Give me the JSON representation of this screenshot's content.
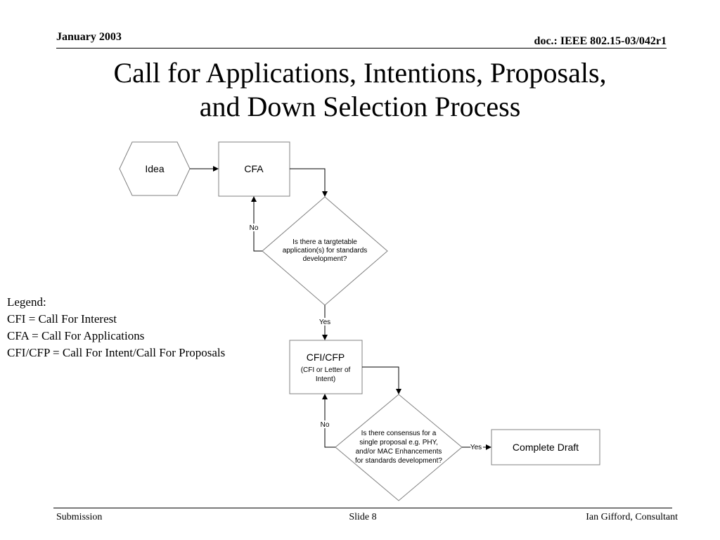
{
  "header": {
    "date": "January 2003",
    "doc": "doc.: IEEE 802.15-03/042r1"
  },
  "title": {
    "line1": "Call for Applications, Intentions, Proposals,",
    "line2": "and Down Selection Process"
  },
  "diagram": {
    "nodes": {
      "idea": "Idea",
      "cfa": "CFA",
      "decision1": [
        "Is there a targtetable",
        "application(s) for standards",
        "development?"
      ],
      "cfi_cfp_title": "CFI/CFP",
      "cfi_cfp_sub": [
        "(CFI or Letter of",
        "Intent)"
      ],
      "decision2": [
        "Is there consensus for a",
        "single proposal e.g. PHY,",
        "and/or MAC Enhancements",
        "for standards development?"
      ],
      "complete_draft": "Complete Draft"
    },
    "edge_labels": {
      "no1": "No",
      "yes1": "Yes",
      "no2": "No",
      "yes2": "Yes"
    }
  },
  "legend": {
    "heading": "Legend:",
    "items": [
      "CFI = Call For Interest",
      "CFA = Call For Applications",
      "CFI/CFP = Call For Intent/Call For Proposals"
    ]
  },
  "footer": {
    "left": "Submission",
    "center": "Slide 8",
    "right": "Ian Gifford, Consultant"
  }
}
